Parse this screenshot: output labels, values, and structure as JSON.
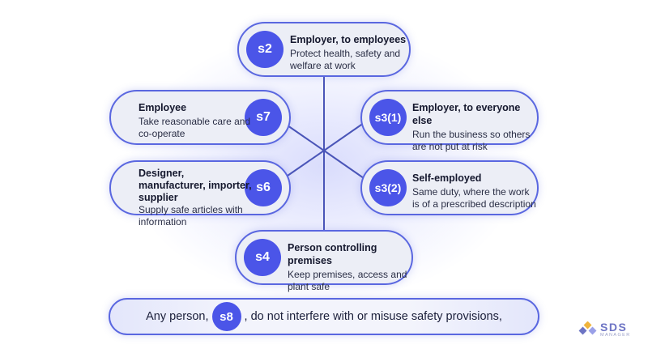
{
  "nodes": {
    "s2": {
      "badge": "s2",
      "title": "Employer, to employees",
      "desc": "Protect health, safety and welfare at work"
    },
    "s7": {
      "badge": "s7",
      "title": "Employee",
      "desc": "Take reasonable care and co-operate"
    },
    "s3_1": {
      "badge": "s3(1)",
      "title": "Employer, to everyone else",
      "desc": "Run the business so others are not put at risk"
    },
    "s6": {
      "badge": "s6",
      "title": "Designer, manufacturer, importer, supplier",
      "desc": "Supply safe articles with information"
    },
    "s3_2": {
      "badge": "s3(2)",
      "title": "Self-employed",
      "desc": "Same duty, where the work is of a prescribed description"
    },
    "s4": {
      "badge": "s4",
      "title": "Person controlling premises",
      "desc": "Keep premises, access and plant safe"
    }
  },
  "bottom_bar": {
    "before": "Any person,",
    "badge": "s8",
    "after": ", do not interfere with or misuse safety provisions,"
  },
  "logo": {
    "main": "SDS",
    "sub": "MANAGER"
  },
  "colors": {
    "accent": "#4b55e8",
    "border": "#5a67e0",
    "node_fill": "#eceef6",
    "line": "#4a55b8",
    "logo": "#6d74c4"
  }
}
